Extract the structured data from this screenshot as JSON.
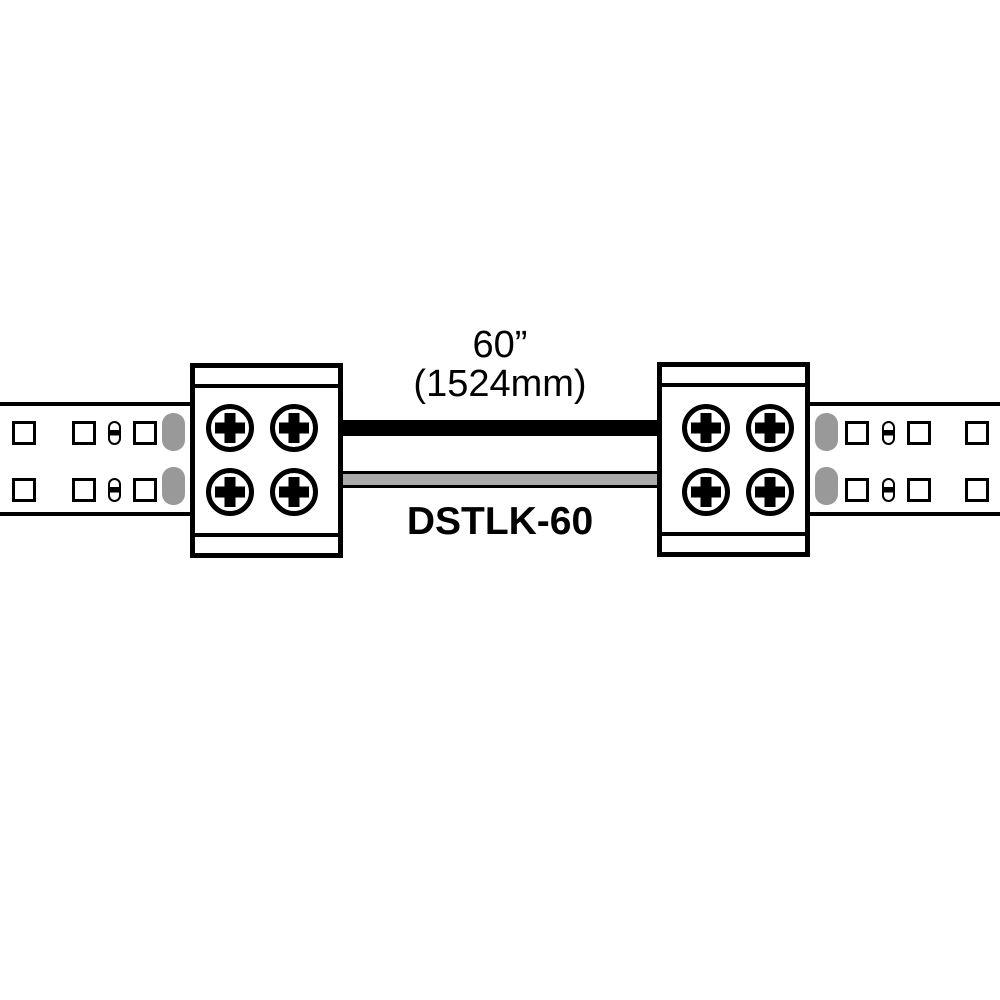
{
  "labels": {
    "length_inches": "60”",
    "length_mm": "(1524mm)",
    "product_code": "DSTLK-60"
  },
  "colors": {
    "background": "#ffffff",
    "outline": "#000000",
    "solder_pad_gray": "#999999",
    "wire_gray": "#ababab"
  },
  "components": {
    "left_connector": {
      "type": "screw-terminal-connector",
      "screw_count": 4
    },
    "right_connector": {
      "type": "screw-terminal-connector",
      "screw_count": 4
    },
    "wires": [
      {
        "name": "top-wire",
        "color": "#000000"
      },
      {
        "name": "bottom-wire",
        "color": "#ababab"
      }
    ],
    "led_strips": [
      {
        "name": "left-strip",
        "led_squares": 6,
        "resistors": 2,
        "solder_pads": 2
      },
      {
        "name": "right-strip",
        "led_squares": 6,
        "resistors": 2,
        "solder_pads": 2
      }
    ]
  }
}
